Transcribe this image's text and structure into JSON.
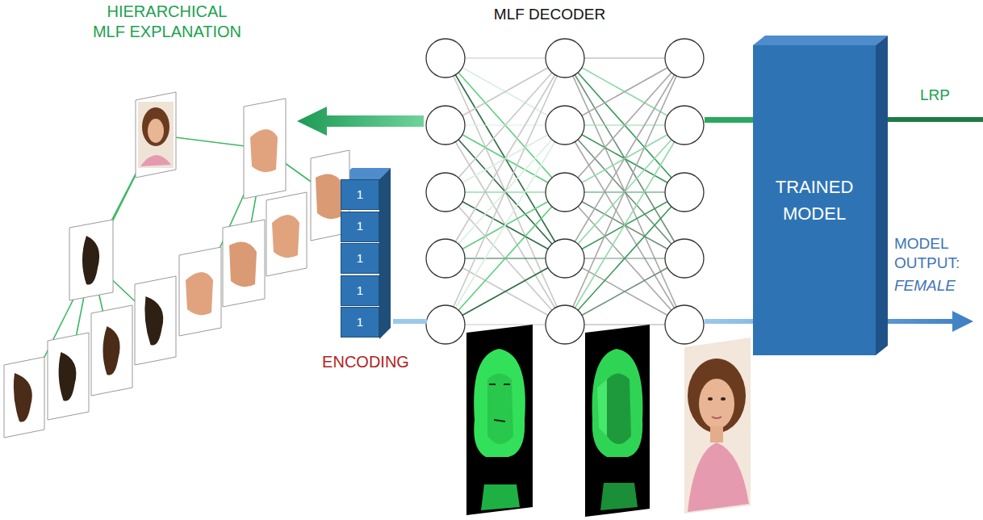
{
  "diagram": {
    "nodes": [
      {
        "text": [
          "TRAINED MODEL"
        ]
      },
      {
        "text": [
          "1"
        ]
      },
      {
        "text": [
          "1"
        ]
      },
      {
        "text": [
          "1"
        ]
      },
      {
        "text": [
          "1"
        ]
      },
      {
        "text": [
          "1"
        ]
      }
    ],
    "labels": [
      "HIERARCHICAL MLF EXPLANATION",
      "MLF DECODER",
      "LRP",
      "MODEL OUTPUT:",
      "FEMALE",
      "ENCODING"
    ]
  }
}
